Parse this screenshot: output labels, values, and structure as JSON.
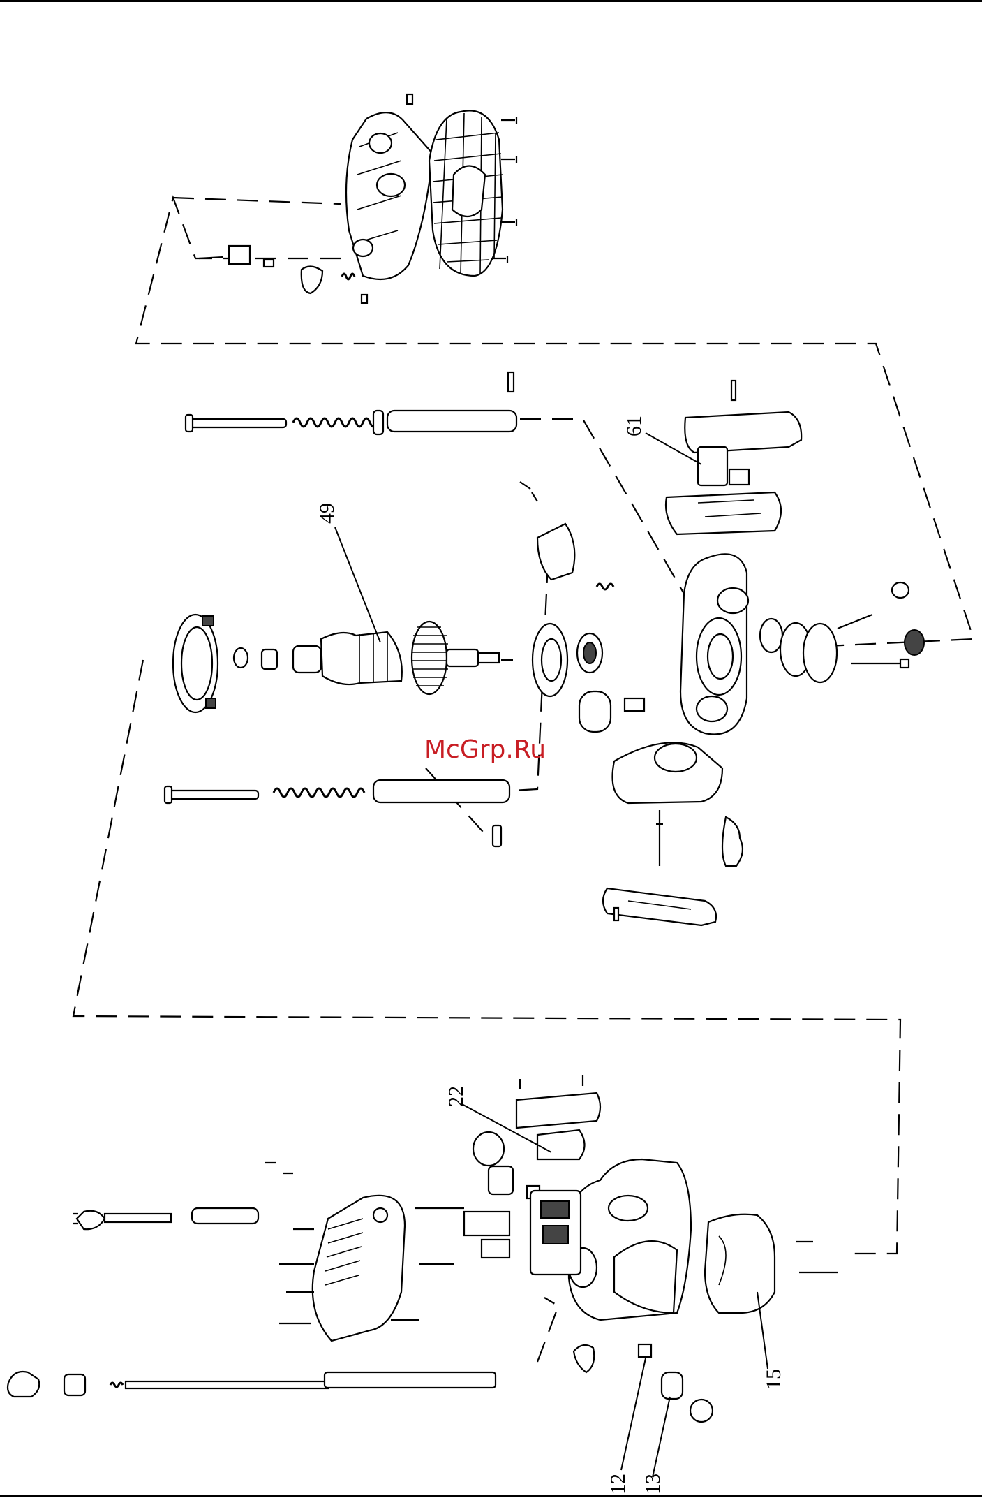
{
  "watermark": {
    "text": "McGrp.Ru",
    "color": "#c81e24"
  },
  "callouts": [
    {
      "id": "part-61",
      "label": "61"
    },
    {
      "id": "part-49",
      "label": "49"
    },
    {
      "id": "part-22",
      "label": "22"
    },
    {
      "id": "part-15",
      "label": "15"
    },
    {
      "id": "part-12",
      "label": "12"
    },
    {
      "id": "part-13",
      "label": "13"
    }
  ]
}
